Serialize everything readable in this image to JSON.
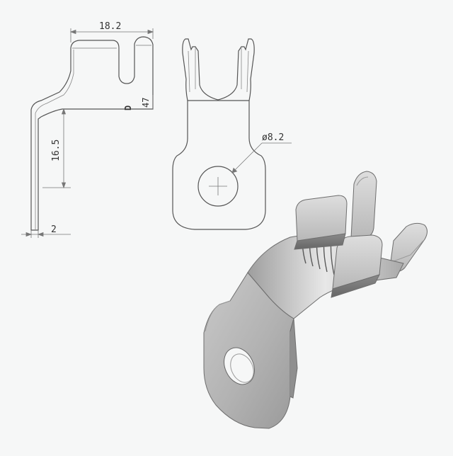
{
  "drawing": {
    "side_view": {
      "width_dim": "18.2",
      "height_dim": "16.5",
      "thickness_dim": "2",
      "right_dim": "47",
      "marker": "D"
    },
    "front_view": {
      "hole_dim": "ø8.2"
    }
  },
  "colors": {
    "line": "#555555",
    "dim_line": "#777777",
    "metal_light": "#d9d9d9",
    "metal_mid": "#b3b3b3",
    "metal_dark": "#7d7d7d",
    "background": "#f6f7f7"
  }
}
